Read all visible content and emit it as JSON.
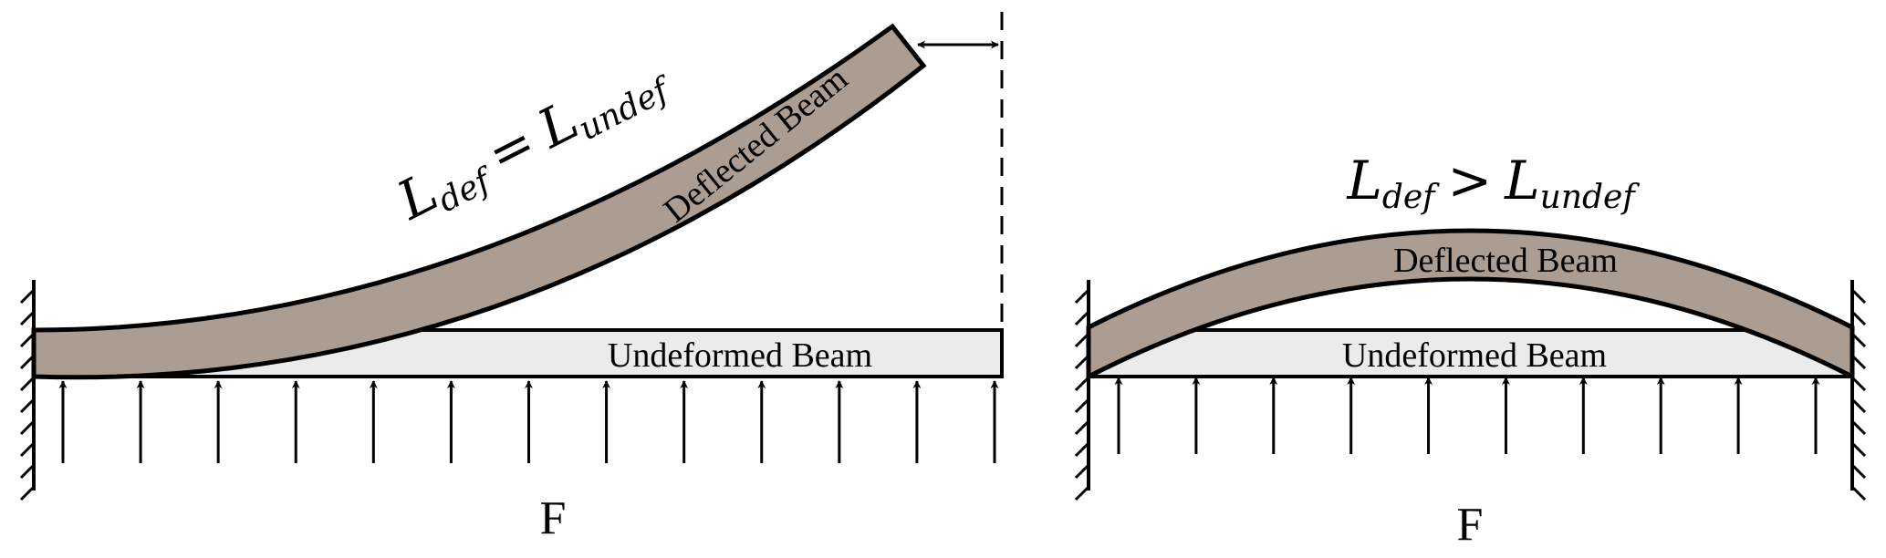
{
  "left_panel": {
    "equation": {
      "L": "L",
      "sub1": "def",
      "op": "=",
      "L2": "L",
      "sub2": "undef"
    },
    "deflected_label": "Deflected Beam",
    "undeformed_label": "Undeformed Beam",
    "force_label": "F",
    "force_arrow_count": 13
  },
  "right_panel": {
    "equation": {
      "L": "L",
      "sub1": "def",
      "op": ">",
      "L2": "L",
      "sub2": "undef"
    },
    "deflected_label": "Deflected Beam",
    "undeformed_label": "Undeformed Beam",
    "force_label": "F",
    "force_arrow_count": 10
  },
  "colors": {
    "deflected_fill": "#ab9d92",
    "undeformed_fill": "#ebebeb",
    "stroke": "#000000"
  }
}
